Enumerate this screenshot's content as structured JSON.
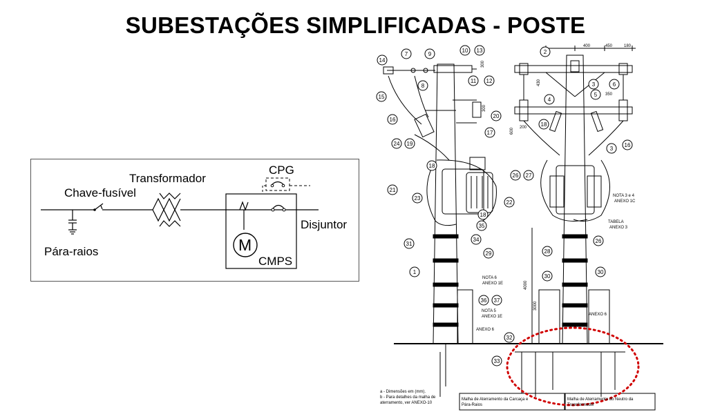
{
  "title": "SUBESTAÇÕES SIMPLIFICADAS  - POSTE",
  "schematic": {
    "labels": {
      "transformer": "Transformador",
      "fuse_switch": "Chave-fusível",
      "surge_arrester": "Pára-raios",
      "cpg": "CPG",
      "breaker": "Disjuntor",
      "motor_symbol": "M",
      "cmps": "CMPS"
    }
  },
  "pole_drawing": {
    "dimensions": [
      "400",
      "450",
      "180",
      "300",
      "430",
      "350",
      "300",
      "200",
      "600",
      "4000",
      "3000"
    ],
    "callouts_left": [
      "14",
      "7",
      "9",
      "10",
      "13",
      "8",
      "11",
      "12",
      "15",
      "16",
      "20",
      "17",
      "24",
      "19",
      "18",
      "21",
      "23",
      "22",
      "18",
      "35",
      "34",
      "31",
      "29",
      "1",
      "36",
      "37"
    ],
    "callouts_right": [
      "2",
      "3",
      "5",
      "4",
      "6",
      "18",
      "16",
      "3",
      "26",
      "27",
      "28",
      "26",
      "30",
      "30",
      "32",
      "33"
    ],
    "notes": {
      "nota6": "NOTA 6",
      "anexo1e_a": "ANEXO 1E",
      "nota5": "NOTA 5",
      "anexo1e_b": "ANEXO 1E",
      "anexo6_left": "ANEXO 6",
      "nota3": "NOTA 3 e 4",
      "anexo1c": "ANEXO 1C",
      "tabela": "TABELA",
      "anexo3": "ANEXO 3",
      "anexo6_right": "ANEXO 6"
    },
    "footnote_a": "a - Dimensões em (mm).",
    "footnote_b1": "b - Para detalhes da malha de",
    "footnote_b2": "aterramento, ver ANEXO-10",
    "legend_left_1": "Malha de Aterramento da Carcaça e",
    "legend_left_2": "Pára-Raios",
    "legend_right_1": "Malha de Aterramento do Neutro da",
    "legend_right_2": "Transformador",
    "highlight_color": "#d00000"
  }
}
